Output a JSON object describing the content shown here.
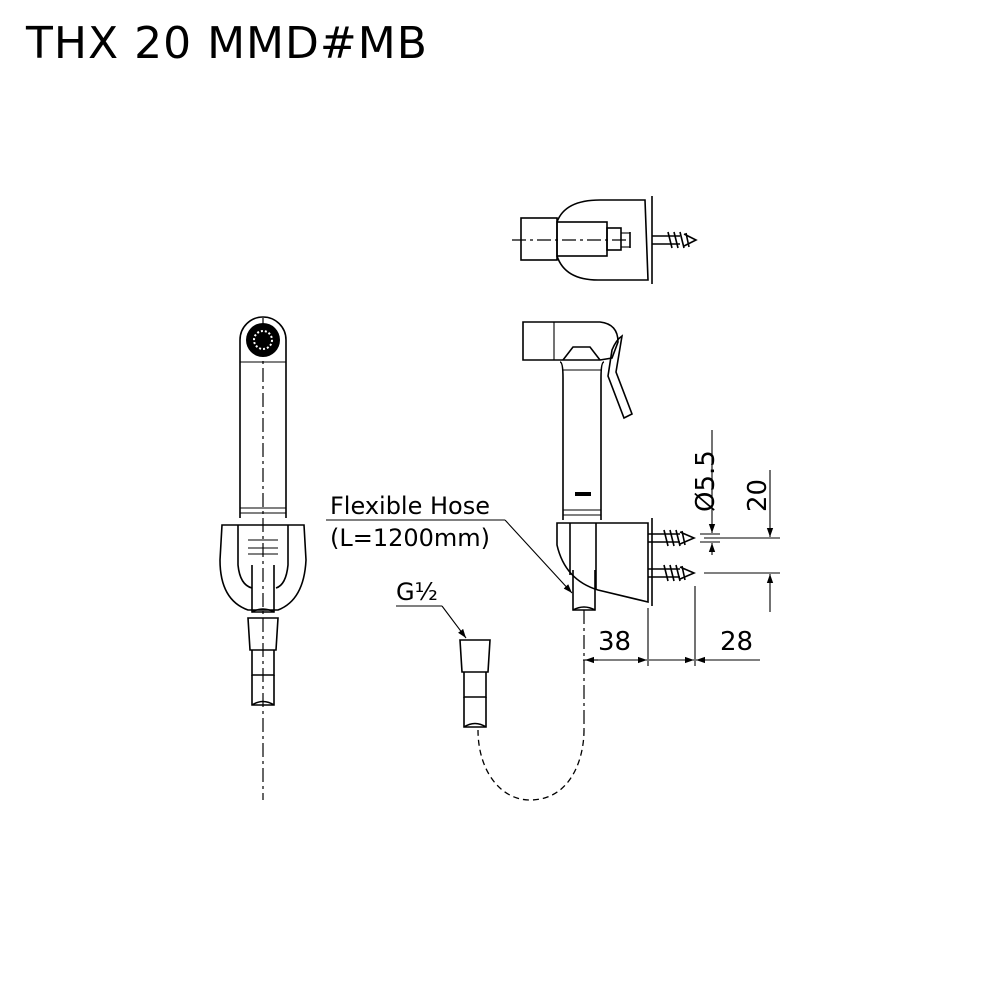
{
  "title": "THX 20 MMD#MB",
  "labels": {
    "hose_line1": "Flexible Hose",
    "hose_line2": "(L=1200mm)",
    "thread": "G½"
  },
  "dimensions": {
    "screw_diameter": "Ø5.5",
    "screw_spacing": "20",
    "bracket_depth": "38",
    "screw_length": "28"
  }
}
